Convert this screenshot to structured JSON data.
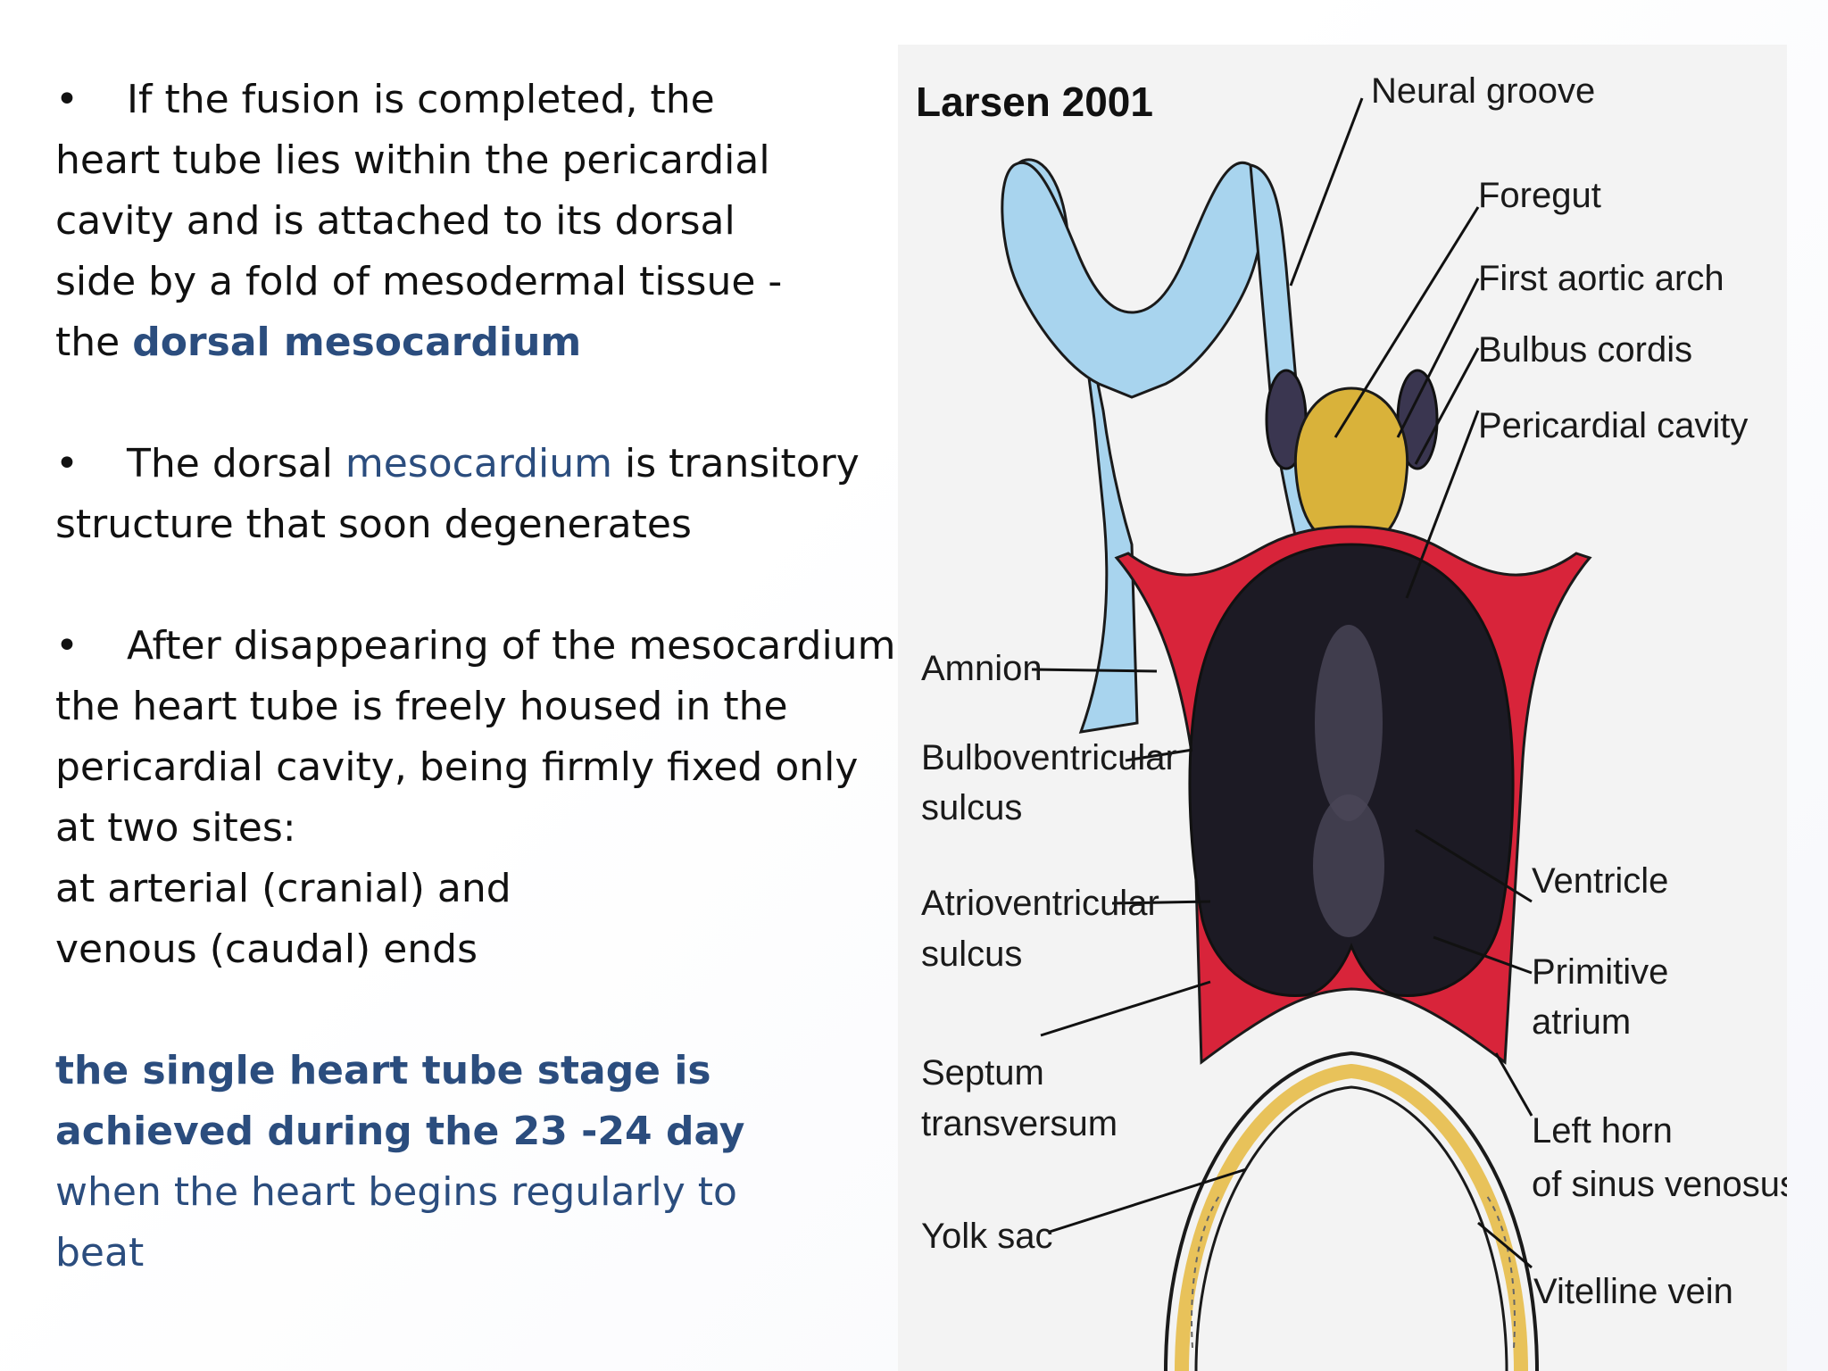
{
  "slide": {
    "bullets": [
      {
        "mark": "•",
        "lines": [
          "If the fusion is completed, the",
          "heart tube lies within the pericardial",
          "cavity and is attached to its dorsal",
          "side by a fold of mesodermal tissue -"
        ],
        "last_prefix": "the ",
        "last_emph": "dorsal mesocardium"
      },
      {
        "mark": "•",
        "line1_prefix": "The dorsal ",
        "line1_emph": "mesocardium",
        "line1_suffix": " is transitory",
        "line2": "structure that soon degenerates"
      },
      {
        "mark": "•",
        "lines": [
          "After disappearing of the mesocardium,",
          "the heart tube is freely housed in the",
          "pericardial cavity, being firmly fixed only",
          "at two sites:",
          "at arterial (cranial) and",
          "venous (caudal) ends"
        ]
      }
    ],
    "conclusion": {
      "bold_lines": [
        "the single heart tube stage is",
        "achieved during the 23 -24 day"
      ],
      "normal_lines": [
        "when the heart begins regularly to",
        "beat"
      ]
    }
  },
  "figure": {
    "credit": "Larsen 2001",
    "labels_right": {
      "neural_groove": "Neural groove",
      "foregut": "Foregut",
      "first_aortic_arch": "First aortic arch",
      "bulbus_cordis": "Bulbus cordis",
      "pericardial_cavity": "Pericardial cavity",
      "ventricle": "Ventricle",
      "primitive_atrium_1": "Primitive",
      "primitive_atrium_2": "atrium",
      "left_horn_1": "Left horn",
      "left_horn_2": "of sinus venosus",
      "vitelline_vein": "Vitelline vein"
    },
    "labels_left": {
      "amnion": "Amnion",
      "bulboventricular_1": "Bulboventricular",
      "bulboventricular_2": "sulcus",
      "atrioventricular_1": "Atrioventricular",
      "atrioventricular_2": "sulcus",
      "septum_1": "Septum",
      "septum_2": "transversum",
      "yolk_sac": "Yolk sac"
    },
    "colors": {
      "ectoderm_blue": "#a8d4ee",
      "bulbus_yellow": "#d9b23a",
      "pericardium_red": "#d8243a",
      "heart_dark": "#1c1a24",
      "yolk_yellow": "#e8c25a"
    }
  }
}
